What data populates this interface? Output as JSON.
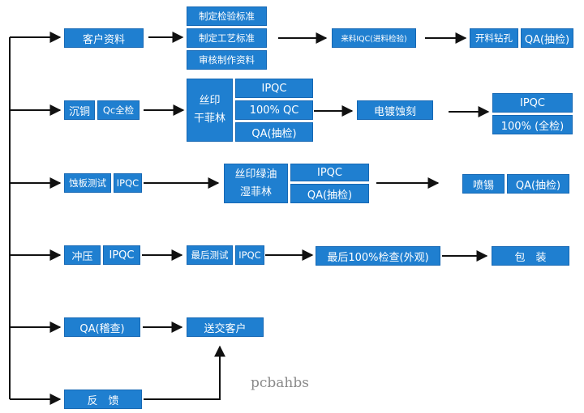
{
  "row1": {
    "customer_data": "客户资料",
    "std_inspection": "制定检验标准",
    "std_process": "制定工艺标准",
    "review_data": "审核制作资料",
    "incoming_iqc": "来料IQC(进料检验)",
    "cutting_drilling": "开料钻孔",
    "qa_sampling": "QA(抽检)"
  },
  "row2": {
    "copper_sinking": "沉铜",
    "qc_full": "Qc全检",
    "silkscreen": "丝印",
    "dry_film": "干菲林",
    "ipqc": "IPQC",
    "qc_100": "100% QC",
    "qa_sampling": "QA(抽检)",
    "plating_etching": "电镀蚀刻",
    "ipqc_right": "IPQC",
    "full_100": "100% (全检)"
  },
  "row3": {
    "etch_test": "蚀板测试",
    "ipqc": "IPQC",
    "green_oil": "丝印绿油",
    "wet_film": "湿菲林",
    "ipqc_mid": "IPQC",
    "qa_mid": "QA(抽检)",
    "tin_spray": "喷锡",
    "qa_right": "QA(抽检)"
  },
  "row4": {
    "stamping": "冲压",
    "ipqc": "IPQC",
    "final_test": "最后测试",
    "ipqc_mid": "IPQC",
    "final_check": "最后100%检查(外观)",
    "packing": "包　装"
  },
  "row5": {
    "qa_audit": "QA(稽查)",
    "deliver": "送交客户"
  },
  "row6": {
    "feedback": "反　馈"
  },
  "watermark": "pcbahbs",
  "colors": {
    "box": "#1f7fd0",
    "line": "#111111",
    "text": "#ffffff"
  }
}
